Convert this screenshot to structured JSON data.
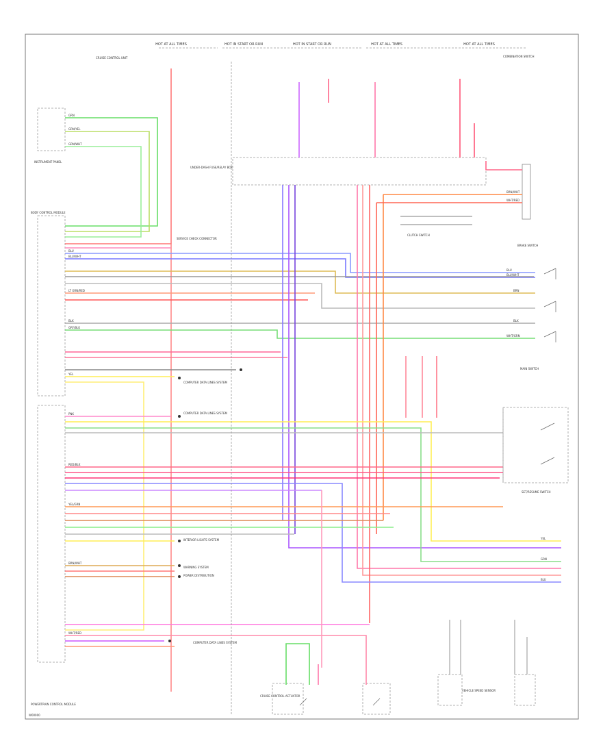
{
  "diagram": {
    "footer_code": "W00000",
    "top_labels": [
      "HOT AT ALL TIMES",
      "HOT IN START OR RUN",
      "HOT IN START OR RUN",
      "HOT AT ALL TIMES",
      "HOT AT ALL TIMES"
    ],
    "components": [
      "CRUISE CONTROL UNIT",
      "INSTRUMENT PANEL",
      "UNDER-DASH FUSE/RELAY BOX",
      "COMBINATION SWITCH",
      "BODY CONTROL MODULE",
      "BRAKE SWITCH",
      "CLUTCH SWITCH",
      "MAIN SWITCH",
      "SET/RESUME SWITCH",
      "CRUISE CONTROL ACTUATOR",
      "VEHICLE SPEED SENSOR",
      "POWERTRAIN CONTROL MODULE"
    ],
    "notes": [
      "SERVICE CHECK CONNECTOR",
      "COMPUTER DATA LINES SYSTEM",
      "COMPUTER DATA LINES SYSTEM",
      "INTERIOR LIGHTS SYSTEM",
      "WARNING SYSTEM",
      "POWER DISTRIBUTION",
      "COMPUTER DATA LINES SYSTEM"
    ],
    "wire_labels": [
      "GRN",
      "GRN/YEL",
      "GRN/WHT",
      "BRN/WHT",
      "BRN",
      "WHT/RED",
      "YEL/GRN",
      "RED/BLK",
      "BLU",
      "BLU/WHT",
      "LT GRN/RED",
      "BLK",
      "GRY/BLK",
      "WHT/GRN",
      "YEL",
      "PNK"
    ]
  }
}
